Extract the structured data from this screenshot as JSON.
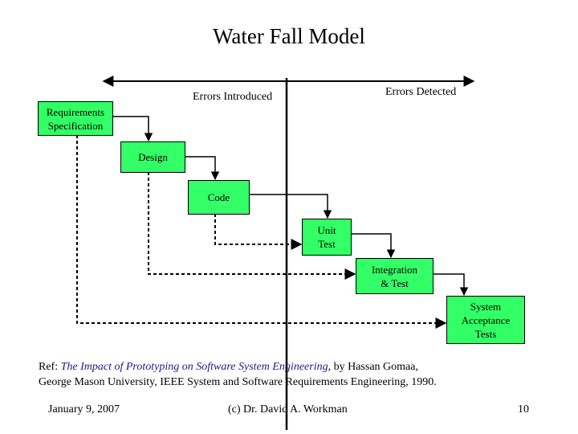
{
  "title": "Water Fall Model",
  "labels": {
    "errors_introduced": "Errors Introduced",
    "errors_detected": "Errors Detected"
  },
  "boxes": {
    "requirements": "Requirements\nSpecification",
    "design": "Design",
    "code": "Code",
    "unit_test": "Unit\nTest",
    "integration": "Integration\n& Test",
    "system_acceptance": "System\nAcceptance\nTests"
  },
  "reference": {
    "prefix": "Ref: ",
    "italic": "The Impact of Prototyping on Software System Engineering",
    "line1_rest": ", by Hassan Gomaa,",
    "line2": "George Mason University, IEEE System and Software Requirements Engineering, 1990."
  },
  "footer": {
    "date": "January 9, 2007",
    "author": "(c) Dr. David A. Workman",
    "page": "10"
  },
  "colors": {
    "box_fill": "#33ff66",
    "reference_italic": "#1a1a8c"
  }
}
